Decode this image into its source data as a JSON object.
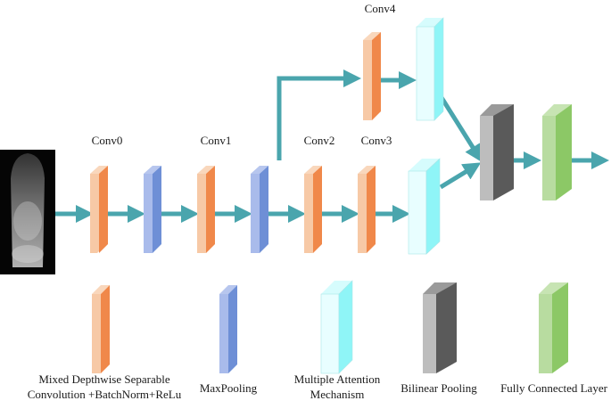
{
  "colors": {
    "conv": "#f0884a",
    "maxpool": "#6e8fd6",
    "attention": "#8ff5f7",
    "bilinear": "#5a5a5a",
    "fc": "#8cc866",
    "arrow": "#4aa5ad"
  },
  "blocks": {
    "conv0": "Conv0",
    "conv1": "Conv1",
    "conv2": "Conv2",
    "conv3": "Conv3",
    "conv4": "Conv4"
  },
  "legend": {
    "conv_line1": "Mixed Depthwise Separable",
    "conv_line2": "Convolution +BatchNorm+ReLu",
    "maxpool": "MaxPooling",
    "attention_line1": "Multiple Attention",
    "attention_line2": "Mechanism",
    "bilinear": "Bilinear Pooling",
    "fc": "Fully Connected Layer"
  },
  "icons": {
    "input_image": "grayscale-medical-scan-image"
  }
}
